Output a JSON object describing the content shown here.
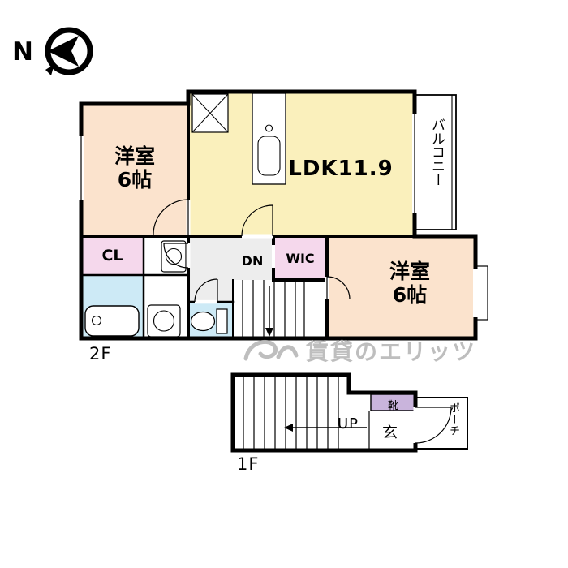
{
  "meta": {
    "type": "floorplan",
    "floors": [
      "2F",
      "1F"
    ]
  },
  "palette": {
    "wall": "#000000",
    "room_peach": "#fbe3cd",
    "room_yellow": "#faf0bc",
    "room_pink": "#f5d8ec",
    "room_blue": "#cdeaf6",
    "shoe_purple": "#c9b4dc",
    "corridor_gray": "#ededed",
    "watermark_gray": "#b3b3b3"
  },
  "compass": {
    "north_label": "N"
  },
  "floor2": {
    "floor_label": "2F",
    "bedroom_west": {
      "line1": "洋室",
      "line2": "6帖"
    },
    "ldk": {
      "label": "LDK11.9"
    },
    "balcony": {
      "label": "バルコニー"
    },
    "closet": {
      "label": "CL"
    },
    "stairs": {
      "label": "DN"
    },
    "wic": {
      "label": "WIC"
    },
    "bedroom_east": {
      "line1": "洋室",
      "line2": "6帖"
    }
  },
  "floor1": {
    "floor_label": "1F",
    "stairs": {
      "label": "UP"
    },
    "entrance": {
      "label": "玄"
    },
    "shoe_cabinet": {
      "label": "靴"
    },
    "porch": {
      "label": "ポーチ"
    }
  },
  "watermark": {
    "text": "賃貸のエリッツ"
  }
}
